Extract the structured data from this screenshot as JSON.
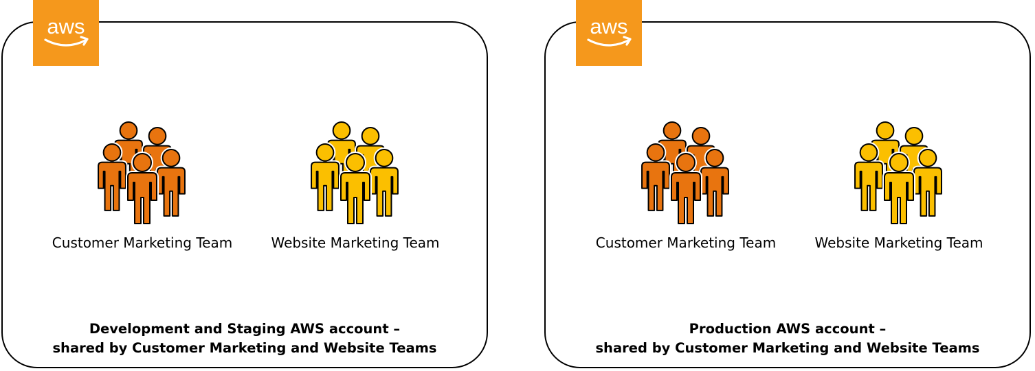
{
  "logo_text": "aws",
  "colors": {
    "aws_orange": "#F5981C",
    "customer_team": "#E8740F",
    "website_team": "#FBBF00",
    "outline": "#000000"
  },
  "accounts": [
    {
      "teams": [
        {
          "label": "Customer Marketing Team",
          "icon": "group-of-people-icon",
          "color": "#E8740F"
        },
        {
          "label": "Website Marketing Team",
          "icon": "group-of-people-icon",
          "color": "#FBBF00"
        }
      ],
      "caption_line1": "Development and Staging AWS account –",
      "caption_line2": "shared by Customer Marketing and Website Teams"
    },
    {
      "teams": [
        {
          "label": "Customer Marketing Team",
          "icon": "group-of-people-icon",
          "color": "#E8740F"
        },
        {
          "label": "Website Marketing Team",
          "icon": "group-of-people-icon",
          "color": "#FBBF00"
        }
      ],
      "caption_line1": "Production AWS account –",
      "caption_line2": "shared by Customer Marketing and Website Teams"
    }
  ]
}
